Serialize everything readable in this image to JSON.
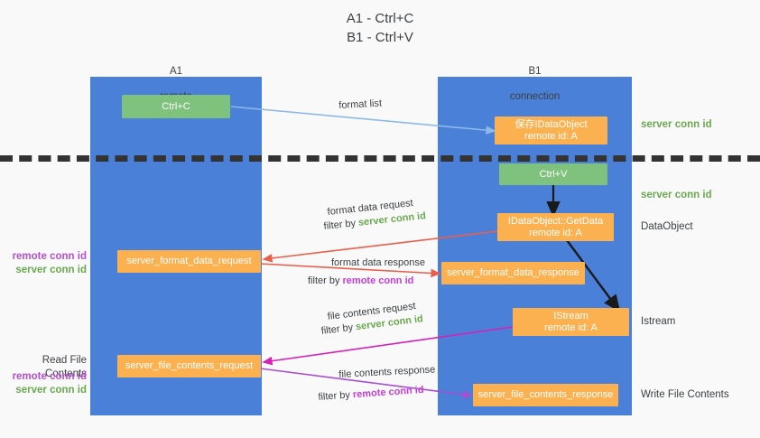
{
  "title": "A1 - Ctrl+C\nB1 - Ctrl+V",
  "columns": [
    {
      "name": "A1",
      "sub": "remote"
    },
    {
      "name": "B1",
      "sub": "connection"
    }
  ],
  "nodes": {
    "ctrl_c": {
      "label": "Ctrl+C"
    },
    "save_idataobject": {
      "line1": "保存IDataObject",
      "line2": "remote id: A"
    },
    "ctrl_v": {
      "label": "Ctrl+V"
    },
    "getdata": {
      "line1": "IDataObject::GetData",
      "line2": "remote id: A"
    },
    "istream": {
      "line1": "IStream",
      "line2": "remote id: A"
    },
    "server_format_data_request": {
      "label": "server_format_data_request"
    },
    "server_format_data_response": {
      "label": "server_format_data_response"
    },
    "server_file_contents_request": {
      "label": "server_file_contents_request"
    },
    "server_file_contents_response": {
      "label": "server_file_contents_response"
    }
  },
  "right_labels": {
    "server_conn_id_1": "server conn id",
    "server_conn_id_2": "server conn id",
    "dataobject": "DataObject",
    "istream": "Istream",
    "write_file_contents": "Write File Contents"
  },
  "left_labels": {
    "remote_conn_id_1": "remote conn id",
    "server_conn_id_1": "server conn id",
    "read_file_contents": "Read File Contents",
    "remote_conn_id_2": "remote conn id",
    "server_conn_id_2": "server conn id"
  },
  "edge_labels": {
    "format_list": "format list",
    "format_data_request": "format data request",
    "format_data_request_filter_pre": "filter by ",
    "format_data_request_filter_key": "server conn id",
    "format_data_response": "format data response",
    "format_data_response_filter_pre": "filter by ",
    "format_data_response_filter_key": "remote conn id",
    "file_contents_request": "file contents request",
    "file_contents_request_filter_pre": "filter by ",
    "file_contents_request_filter_key": "server conn id",
    "file_contents_response": "file contents response",
    "file_contents_response_filter_pre": "filter by ",
    "file_contents_response_filter_key": "remote conn id"
  },
  "colors": {
    "lane": "#4a80d8",
    "green_node": "#7ec27e",
    "orange_node": "#fcb150",
    "server_conn_id": "#6aa84f",
    "remote_conn_id": "#c13fd4",
    "arrow_lightblue": "#8cb9e8",
    "arrow_red": "#e8604c",
    "arrow_magenta": "#d421b8",
    "arrow_purple": "#a64fd0",
    "arrow_black": "#1a1a1a",
    "divider": "#333333",
    "background": "#f9f9f9"
  }
}
